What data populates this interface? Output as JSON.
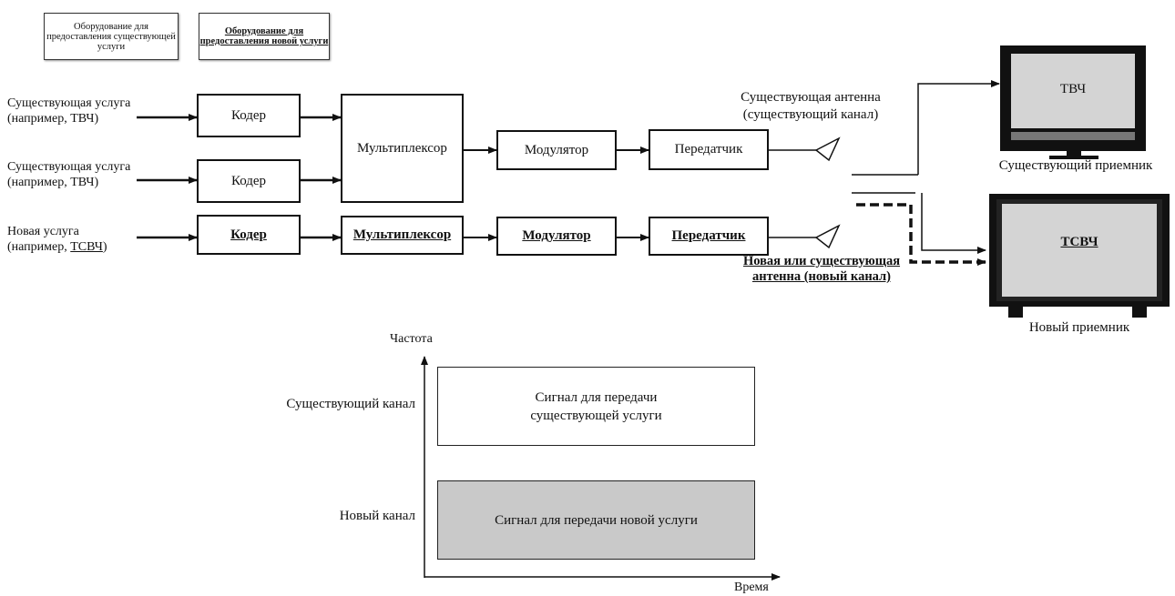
{
  "legend": {
    "existing": "Оборудование для предоставления существующей услуги",
    "new": "Оборудование для предоставления новой услуги"
  },
  "inputs": {
    "existing1": "Существующая услуга (например, ТВЧ)",
    "existing2": "Существующая услуга (например, ТВЧ)",
    "new_prefix": "Новая услуга (например, ",
    "new_tag": "ТСВЧ",
    "new_suffix": ")"
  },
  "blocks": {
    "coder": "Кодер",
    "mux": "Мультиплексор",
    "modulator": "Модулятор",
    "transmitter": "Передатчик"
  },
  "antennas": {
    "existing": "Существующая антенна (существующий канал)",
    "new": "Новая или существующая антенна (новый канал)"
  },
  "receivers": {
    "existing_screen": "ТВЧ",
    "existing_caption": "Существующий приемник",
    "new_screen": "ТСВЧ",
    "new_caption": "Новый приемник"
  },
  "spectrum": {
    "y_axis": "Частота",
    "x_axis": "Время",
    "existing_channel": "Существующий канал",
    "new_channel": "Новый канал",
    "existing_signal": "Сигнал для передачи существующей услуги",
    "new_signal": "Сигнал для передачи новой услуги"
  },
  "colors": {
    "new_signal_fill": "#c9c9c9",
    "tv_screen": "#d4d4d4",
    "tv_frame": "#111111"
  }
}
